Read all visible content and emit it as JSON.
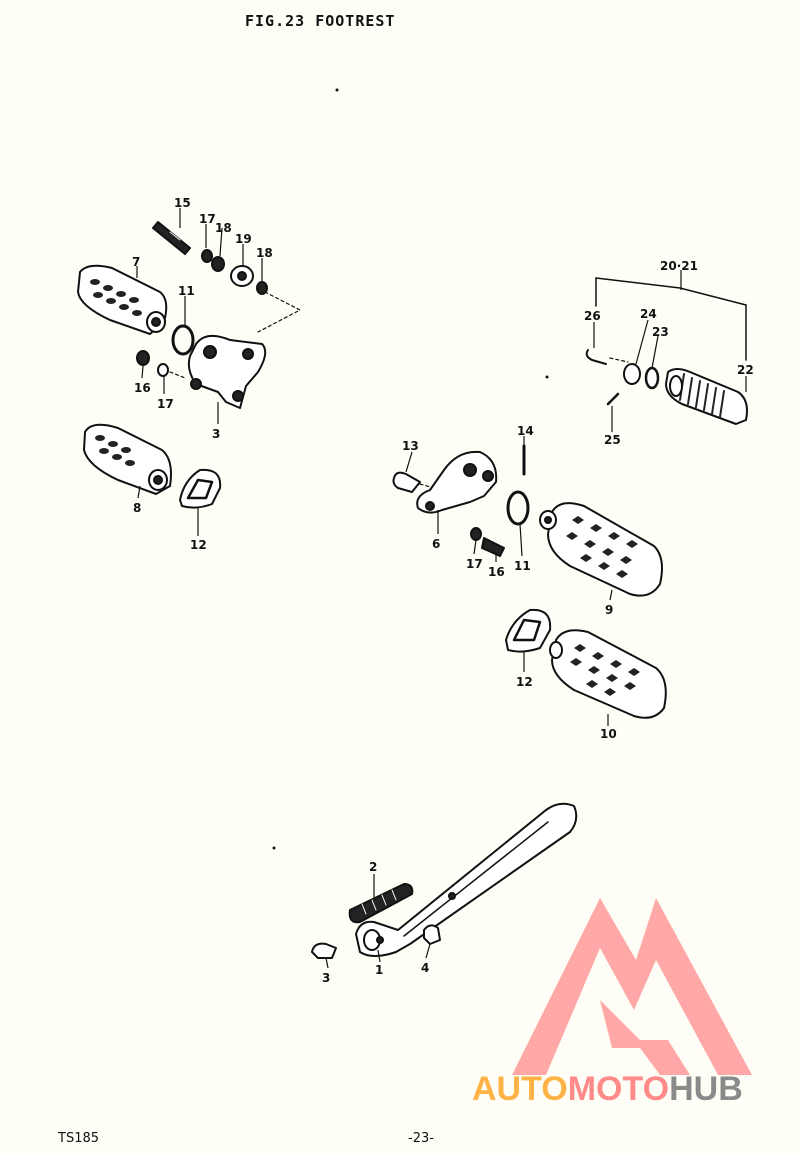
{
  "title": "FIG.23 FOOTREST",
  "footer": {
    "model": "TS185",
    "page": "-23-"
  },
  "watermark": {
    "part1": "AUTO",
    "part2": "MOTO",
    "part3": "HUB",
    "colors": {
      "auto": "#ffb347",
      "moto": "#ff8a8a",
      "hub": "#8a8a8a",
      "logo": "#ff9a9a"
    }
  },
  "callouts": {
    "c1": "1",
    "c2": "2",
    "c3a": "3",
    "c3b": "3",
    "c4": "4",
    "c6": "6",
    "c7": "7",
    "c8": "8",
    "c9": "9",
    "c10": "10",
    "c11a": "11",
    "c11b": "11",
    "c12a": "12",
    "c12b": "12",
    "c13": "13",
    "c14": "14",
    "c15": "15",
    "c16a": "16",
    "c16b": "16",
    "c17a": "17",
    "c17b": "17",
    "c17c": "17",
    "c18a": "18",
    "c18b": "18",
    "c19": "19",
    "c2021": "20·21",
    "c22": "22",
    "c24": "24",
    "c25": "25",
    "c26": "26",
    "c23": "23"
  }
}
